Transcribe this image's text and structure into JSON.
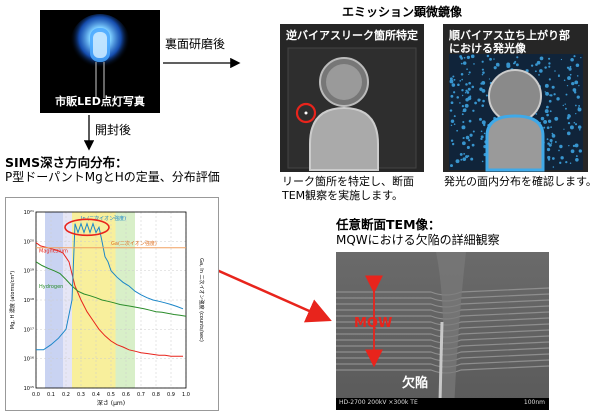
{
  "led": {
    "caption": "市販LED点灯写真"
  },
  "arrows": {
    "to_emission": "裏面研磨後",
    "to_sims": "開封後"
  },
  "emission": {
    "title": "エミッション顕微鏡像",
    "left_caption": "逆バイアスリーク箇所特定",
    "right_caption_line1": "順バイアス立ち上がり部",
    "right_caption_line2": "における発光像",
    "left_note_line1": "リーク箇所を特定し、断面",
    "left_note_line2": "TEM観察を実施します。",
    "right_note": "発光の面内分布を確認します。"
  },
  "sims": {
    "title": "SIMS深さ方向分布：",
    "subtitle": "P型ドーパントMgとHの定量、分布評価"
  },
  "tem": {
    "title": "任意断面TEM像：",
    "subtitle": "MQWにおける欠陥の詳細観察",
    "mqw_label": "MQW",
    "defect_label": "欠陥",
    "footer_left": "HD-2700 200kV ×300k TE",
    "footer_right": "100nm"
  },
  "chart_data": {
    "type": "line",
    "xlabel": "深さ (μm)",
    "ylabel": "Mg, H 濃度 (atoms/cm³)",
    "y2label": "Ga, In 二次イオン強度 (counts/sec)",
    "xlim": [
      0,
      1.0
    ],
    "ylim": [
      1000000000000000.0,
      1e+21
    ],
    "yscale": "log",
    "x_ticks": [
      "0.0",
      "0.1",
      "0.2",
      "0.3",
      "0.4",
      "0.5",
      "0.6",
      "0.7",
      "0.8",
      "0.9",
      "1.0"
    ],
    "y_ticks": [
      "10¹⁵",
      "10¹⁶",
      "10¹⁷",
      "10¹⁸",
      "10¹⁹",
      "10²⁰",
      "10²¹"
    ],
    "labels": {
      "in": "In (二次イオン強度)",
      "mg": "Magnesium",
      "ga": "Ga(二次イオン強度)",
      "h": "Hydrogen"
    },
    "series": [
      {
        "name": "Magnesium",
        "color": "#e8241c",
        "x": [
          0.0,
          0.03,
          0.08,
          0.14,
          0.18,
          0.22,
          0.26,
          0.3,
          0.34,
          0.38,
          0.42,
          0.46,
          0.5,
          0.54,
          0.58,
          0.62,
          0.66,
          0.7,
          0.74,
          0.78,
          0.82,
          0.86,
          0.9,
          0.94,
          0.98
        ],
        "y": [
          9e+19,
          7e+19,
          6e+19,
          5e+19,
          4e+19,
          2e+19,
          3e+18,
          1e+18,
          4e+17,
          2e+17,
          1e+17,
          6e+16,
          4e+16,
          3e+16,
          2.5e+16,
          2e+16,
          1.8e+16,
          1.6e+16,
          1.5e+16,
          1.4e+16,
          1.3e+16,
          1.3e+16,
          1.2e+16,
          1.2e+16,
          1.2e+16
        ]
      },
      {
        "name": "Hydrogen",
        "color": "#2a8c2a",
        "x": [
          0.0,
          0.04,
          0.08,
          0.12,
          0.16,
          0.2,
          0.24,
          0.28,
          0.32,
          0.36,
          0.4,
          0.44,
          0.48,
          0.52,
          0.56,
          0.6,
          0.64,
          0.68,
          0.72,
          0.76,
          0.8,
          0.84,
          0.88,
          0.92,
          0.96,
          1.0
        ],
        "y": [
          2e+19,
          1.5e+19,
          1.2e+19,
          1e+19,
          8e+18,
          5e+18,
          3e+18,
          2e+18,
          1.6e+18,
          1.4e+18,
          1.2e+18,
          1e+18,
          9e+17,
          8e+17,
          7e+17,
          6.5e+17,
          6e+17,
          5.5e+17,
          5e+17,
          4.5e+17,
          4e+17,
          3.8e+17,
          3.5e+17,
          3.2e+17,
          3e+17,
          2.8e+17
        ]
      },
      {
        "name": "In (二次イオン強度)",
        "color": "#1b86c8",
        "x": [
          0.0,
          0.05,
          0.1,
          0.15,
          0.2,
          0.24,
          0.26,
          0.28,
          0.3,
          0.32,
          0.34,
          0.36,
          0.38,
          0.4,
          0.42,
          0.44,
          0.46,
          0.48,
          0.5,
          0.54,
          0.58,
          0.62,
          0.66,
          0.7,
          0.74,
          0.78,
          0.82,
          0.86,
          0.9,
          0.94,
          0.98
        ],
        "y": [
          2e+16,
          2e+16,
          3e+16,
          5e+16,
          1e+17,
          1e+18,
          4e+20,
          2e+20,
          4e+20,
          2e+20,
          4e+20,
          2e+20,
          4e+20,
          2e+20,
          3e+20,
          1e+20,
          3e+19,
          2e+19,
          1e+19,
          6e+18,
          4e+18,
          3e+18,
          2e+18,
          1.5e+18,
          1.2e+18,
          1e+18,
          9e+17,
          8e+17,
          7e+17,
          6e+17,
          5e+17
        ]
      },
      {
        "name": "Ga(二次イオン強度)",
        "color": "#f0a060",
        "x": [
          0.0,
          0.1,
          0.2,
          0.3,
          0.4,
          0.5,
          0.6,
          0.7,
          0.8,
          0.9,
          1.0
        ],
        "y": [
          6e+19,
          6e+19,
          6e+19,
          6e+19,
          6e+19,
          6e+19,
          6e+19,
          6e+19,
          6e+19,
          6e+19,
          6e+19
        ]
      }
    ],
    "grid": true
  }
}
